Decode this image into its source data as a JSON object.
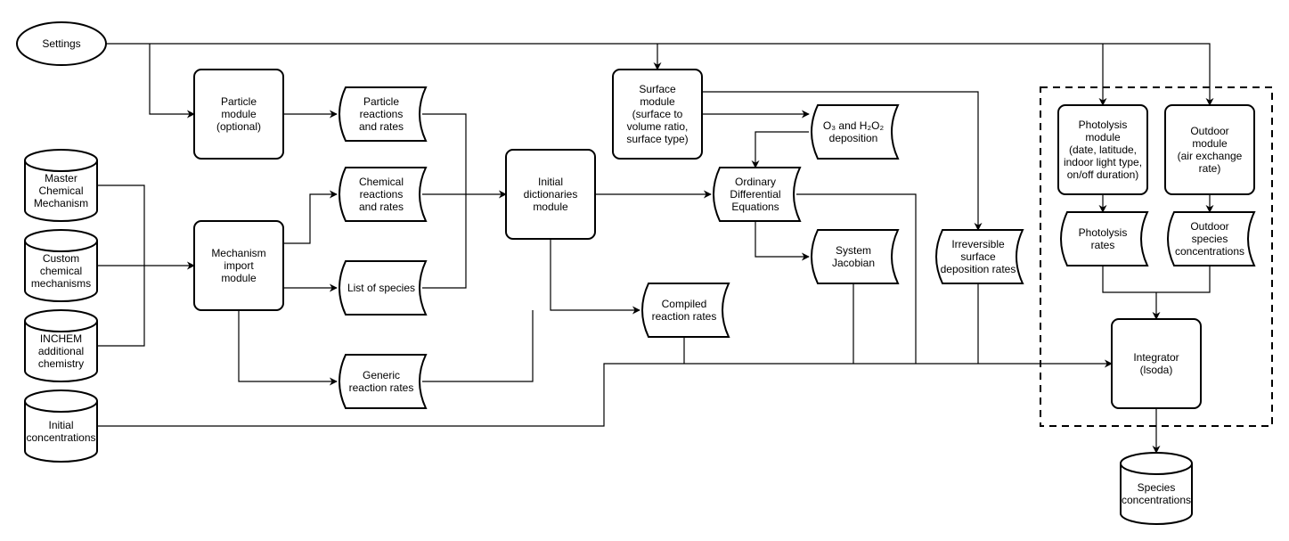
{
  "diagram": {
    "type": "flowchart",
    "colors": {
      "stroke": "#000000",
      "fill": "#ffffff",
      "background": "#ffffff"
    },
    "nodes": {
      "settings": {
        "shape": "ellipse",
        "lines": [
          "Settings"
        ]
      },
      "master_chemical_mechanism": {
        "shape": "cylinder",
        "lines": [
          "Master",
          "Chemical",
          "Mechanism"
        ]
      },
      "custom_chemical_mechanisms": {
        "shape": "cylinder",
        "lines": [
          "Custom",
          "chemical",
          "mechanisms"
        ]
      },
      "inchem_additional_chemistry": {
        "shape": "cylinder",
        "lines": [
          "INCHEM",
          "additional",
          "chemistry"
        ]
      },
      "initial_concentrations": {
        "shape": "cylinder",
        "lines": [
          "Initial",
          "concentrations"
        ]
      },
      "particle_module": {
        "shape": "process",
        "lines": [
          "Particle",
          "module",
          "(optional)"
        ]
      },
      "mechanism_import_module": {
        "shape": "process",
        "lines": [
          "Mechanism",
          "import",
          "module"
        ]
      },
      "particle_reactions_and_rates": {
        "shape": "stored-data",
        "lines": [
          "Particle",
          "reactions",
          "and rates"
        ]
      },
      "chemical_reactions_and_rates": {
        "shape": "stored-data",
        "lines": [
          "Chemical",
          "reactions",
          "and rates"
        ]
      },
      "list_of_species": {
        "shape": "stored-data",
        "lines": [
          "List of species"
        ]
      },
      "generic_reaction_rates": {
        "shape": "stored-data",
        "lines": [
          "Generic",
          "reaction rates"
        ]
      },
      "initial_dictionaries_module": {
        "shape": "process",
        "lines": [
          "Initial",
          "dictionaries",
          "module"
        ]
      },
      "surface_module": {
        "shape": "process",
        "lines": [
          "Surface",
          "module",
          "(surface to",
          "volume ratio,",
          "surface type)"
        ]
      },
      "o3_h2o2_deposition": {
        "shape": "stored-data",
        "lines": [
          "O₃ and H₂O₂",
          "deposition"
        ]
      },
      "ordinary_differential_equations": {
        "shape": "stored-data",
        "lines": [
          "Ordinary",
          "Differential",
          "Equations"
        ]
      },
      "compiled_reaction_rates": {
        "shape": "stored-data",
        "lines": [
          "Compiled",
          "reaction rates"
        ]
      },
      "system_jacobian": {
        "shape": "stored-data",
        "lines": [
          "System",
          "Jacobian"
        ]
      },
      "irreversible_surface_deposition_rates": {
        "shape": "stored-data",
        "lines": [
          "Irreversible",
          "surface",
          "deposition rates"
        ]
      },
      "photolysis_module": {
        "shape": "process",
        "lines": [
          "Photolysis",
          "module",
          "(date, latitude,",
          "indoor light type,",
          "on/off duration)"
        ]
      },
      "outdoor_module": {
        "shape": "process",
        "lines": [
          "Outdoor",
          "module",
          "(air exchange",
          "rate)"
        ]
      },
      "photolysis_rates": {
        "shape": "stored-data",
        "lines": [
          "Photolysis",
          "rates"
        ]
      },
      "outdoor_species_concentrations": {
        "shape": "stored-data",
        "lines": [
          "Outdoor",
          "species",
          "concentrations"
        ]
      },
      "integrator": {
        "shape": "process",
        "lines": [
          "Integrator",
          "(lsoda)"
        ]
      },
      "species_concentrations": {
        "shape": "cylinder",
        "lines": [
          "Species",
          "concentrations"
        ]
      }
    },
    "edges": [
      [
        "settings",
        "particle_module"
      ],
      [
        "settings",
        "surface_module"
      ],
      [
        "settings",
        "photolysis_module"
      ],
      [
        "settings",
        "outdoor_module"
      ],
      [
        "master_chemical_mechanism",
        "mechanism_import_module"
      ],
      [
        "custom_chemical_mechanisms",
        "mechanism_import_module"
      ],
      [
        "inchem_additional_chemistry",
        "mechanism_import_module"
      ],
      [
        "particle_module",
        "particle_reactions_and_rates"
      ],
      [
        "mechanism_import_module",
        "chemical_reactions_and_rates"
      ],
      [
        "mechanism_import_module",
        "list_of_species"
      ],
      [
        "mechanism_import_module",
        "generic_reaction_rates"
      ],
      [
        "particle_reactions_and_rates",
        "initial_dictionaries_module"
      ],
      [
        "chemical_reactions_and_rates",
        "initial_dictionaries_module"
      ],
      [
        "list_of_species",
        "initial_dictionaries_module"
      ],
      [
        "initial_dictionaries_module",
        "ordinary_differential_equations"
      ],
      [
        "initial_dictionaries_module",
        "compiled_reaction_rates"
      ],
      [
        "generic_reaction_rates",
        "compiled_reaction_rates"
      ],
      [
        "surface_module",
        "o3_h2o2_deposition"
      ],
      [
        "surface_module",
        "irreversible_surface_deposition_rates"
      ],
      [
        "o3_h2o2_deposition",
        "ordinary_differential_equations"
      ],
      [
        "ordinary_differential_equations",
        "system_jacobian"
      ],
      [
        "ordinary_differential_equations",
        "integrator"
      ],
      [
        "system_jacobian",
        "integrator"
      ],
      [
        "compiled_reaction_rates",
        "integrator"
      ],
      [
        "irreversible_surface_deposition_rates",
        "integrator"
      ],
      [
        "initial_concentrations",
        "integrator"
      ],
      [
        "photolysis_module",
        "photolysis_rates"
      ],
      [
        "outdoor_module",
        "outdoor_species_concentrations"
      ],
      [
        "photolysis_rates",
        "integrator"
      ],
      [
        "outdoor_species_concentrations",
        "integrator"
      ],
      [
        "integrator",
        "species_concentrations"
      ]
    ],
    "groups": [
      {
        "name": "solver-group",
        "members": [
          "photolysis_module",
          "outdoor_module",
          "photolysis_rates",
          "outdoor_species_concentrations",
          "integrator"
        ]
      }
    ]
  }
}
